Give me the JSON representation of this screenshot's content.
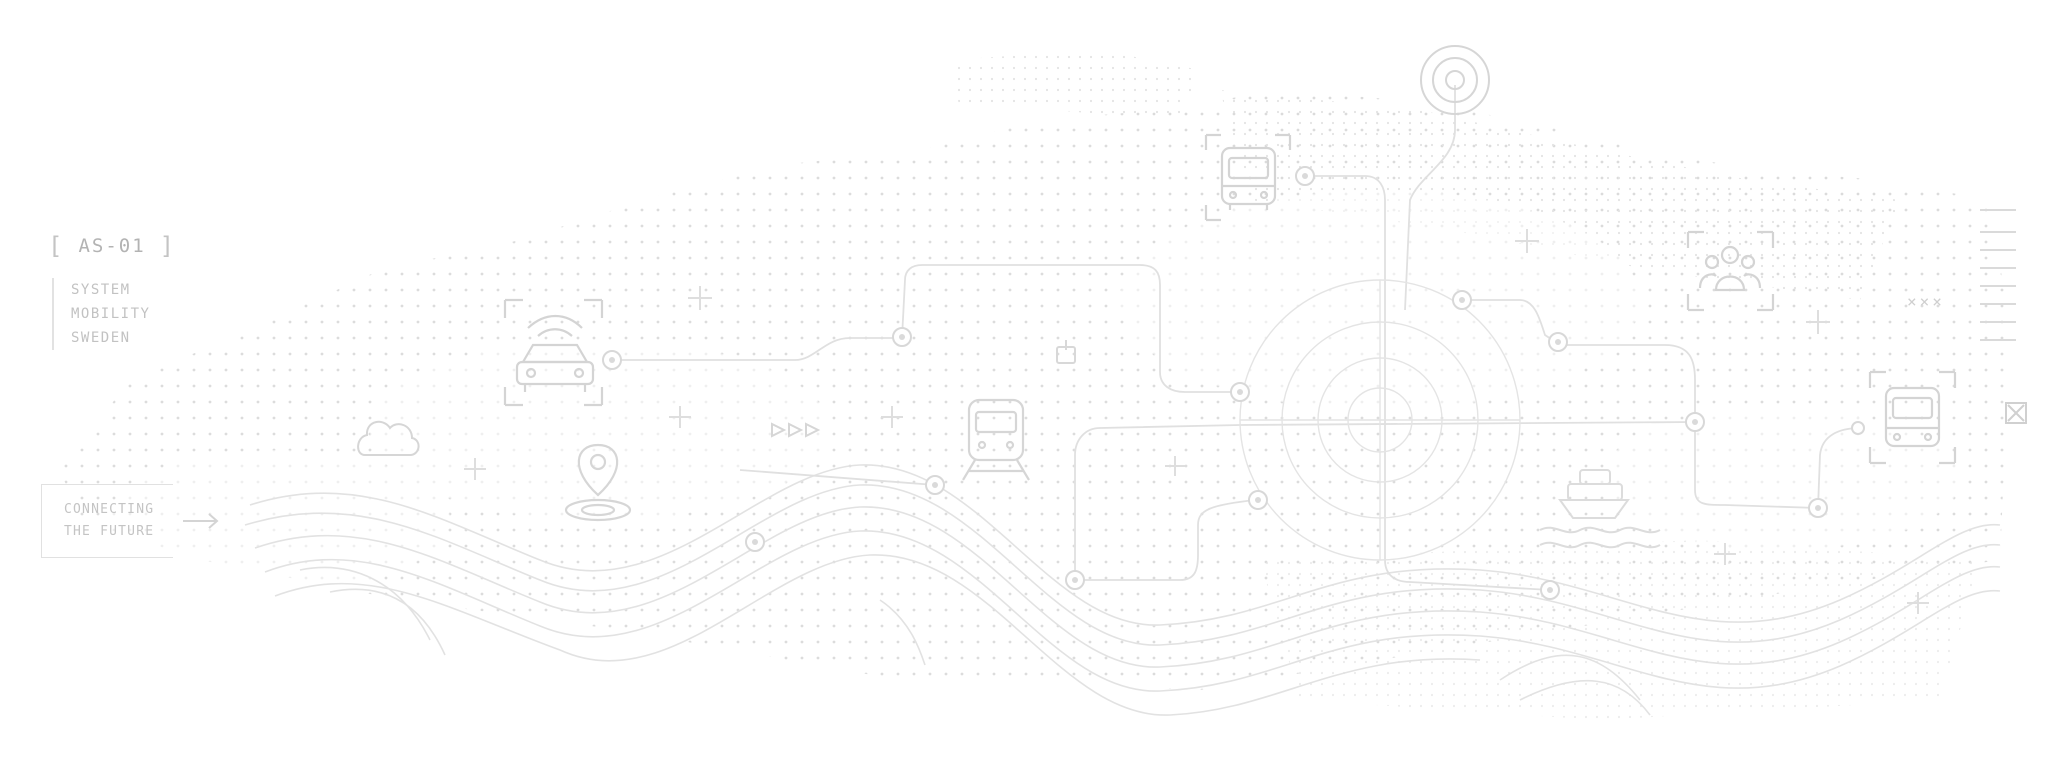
{
  "header": {
    "code": "AS-01",
    "bracket_open": "[",
    "bracket_close": "]",
    "lines": [
      "SYSTEM",
      "MOBILITY",
      "SWEDEN"
    ]
  },
  "cta": {
    "lines": [
      "CONNECTING",
      "THE FUTURE"
    ]
  },
  "decor": {
    "x_marks": "×××"
  },
  "colors": {
    "line": "#e3e3e3",
    "dot": "#d7d7d7",
    "icon": "#dcdcdc",
    "text": "#c2c2c2"
  }
}
